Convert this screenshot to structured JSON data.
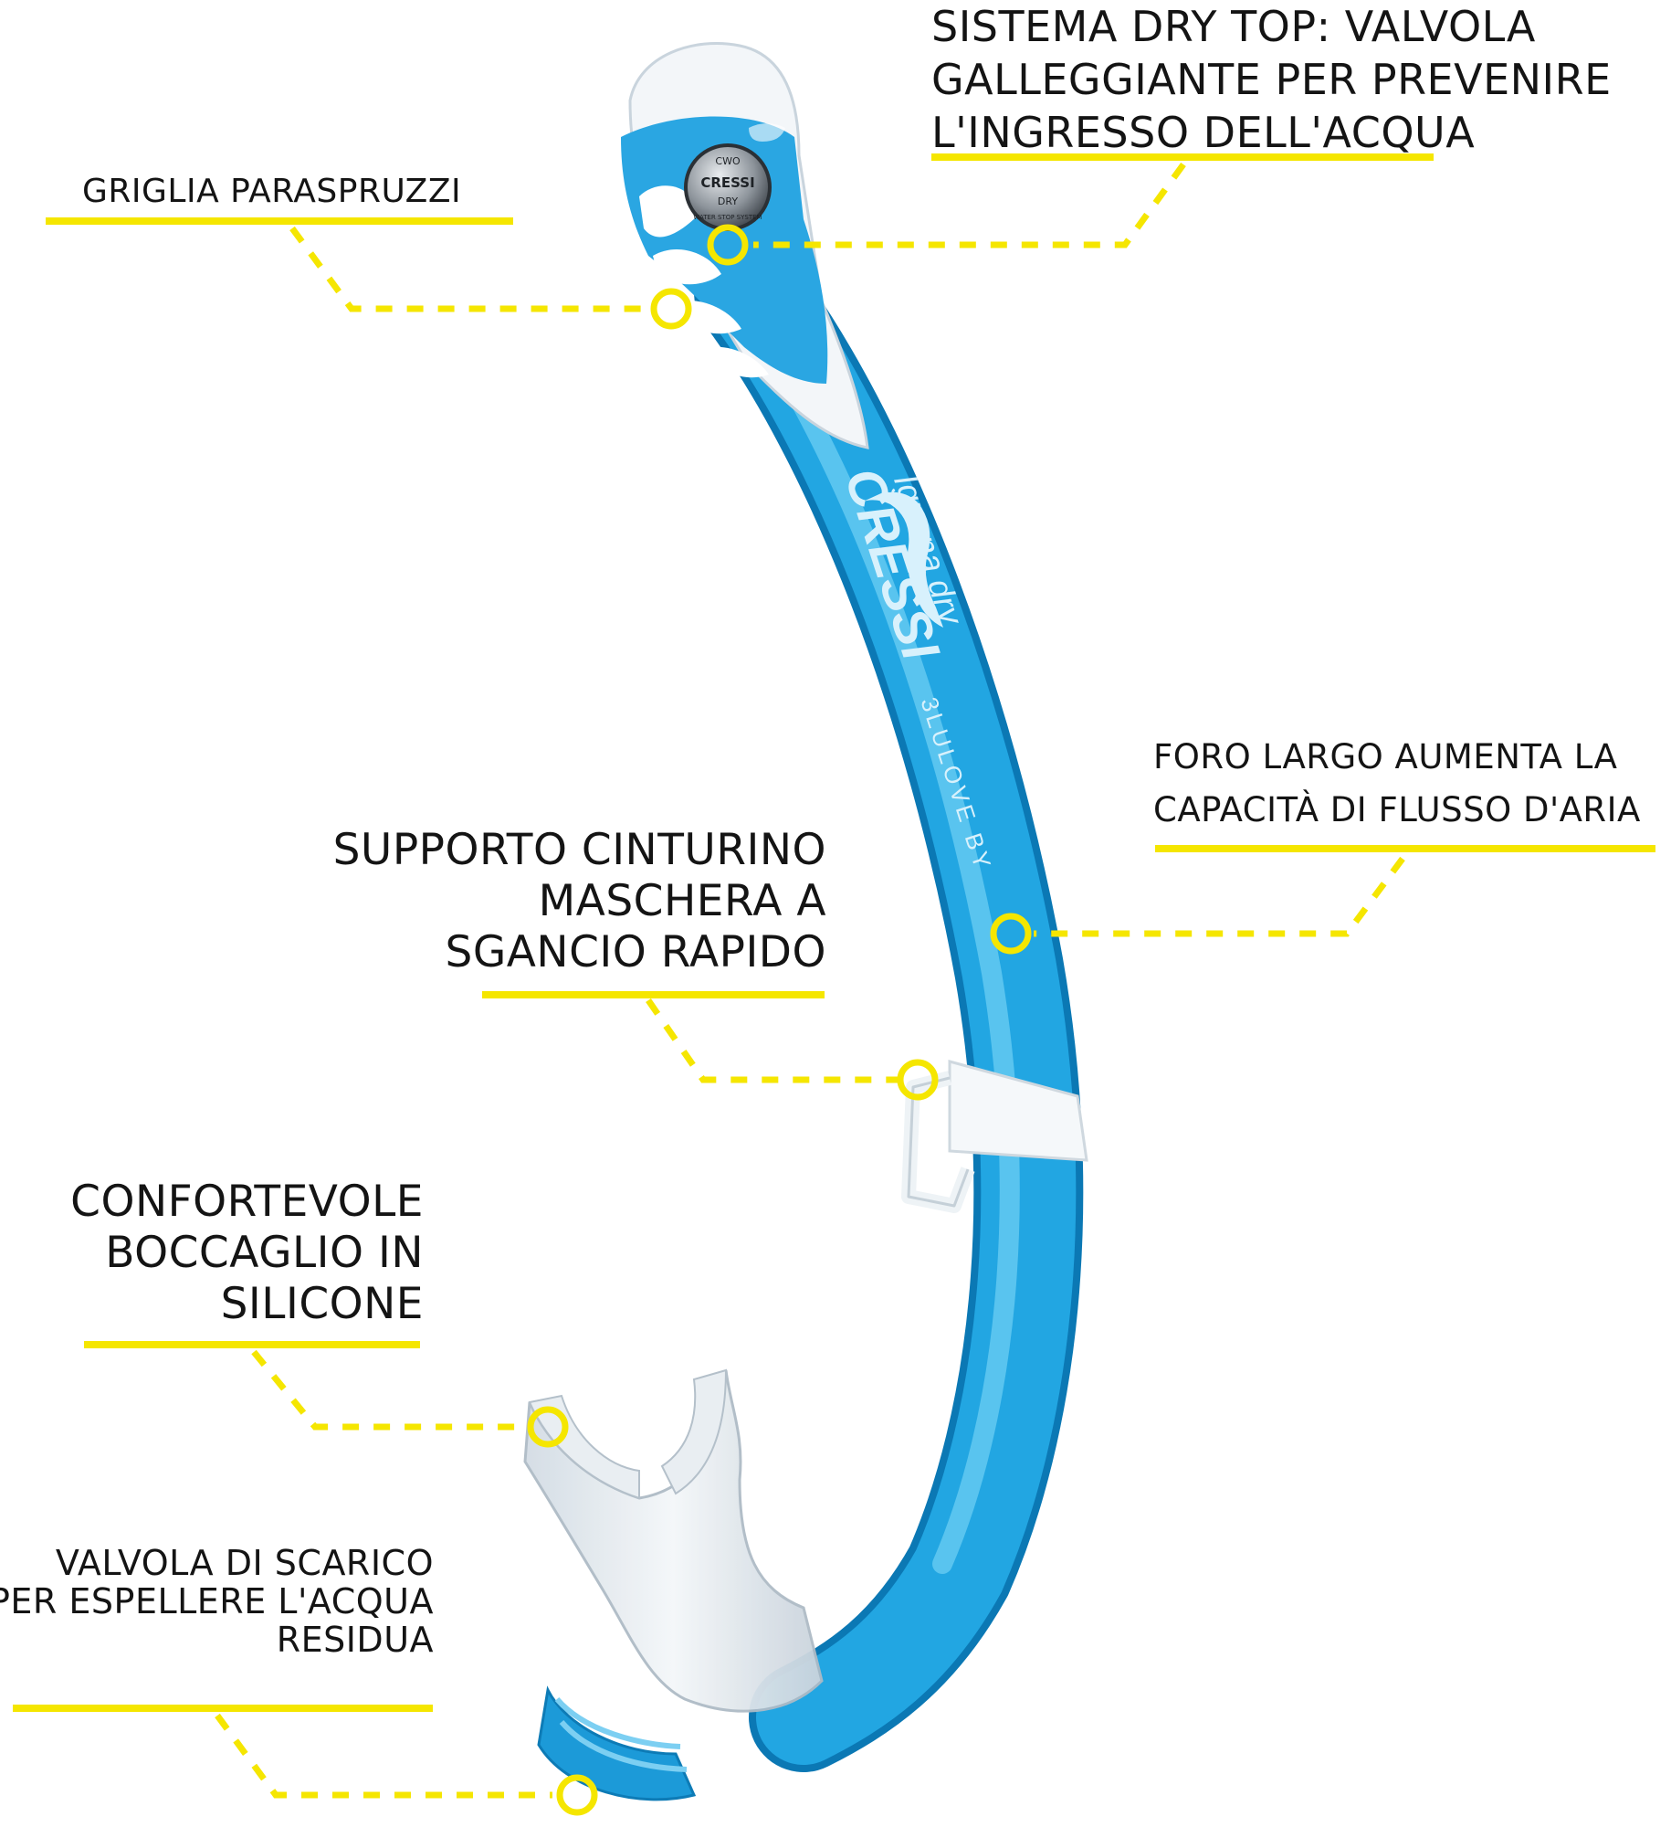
{
  "colors": {
    "accent": "#f5e600",
    "tube": "#1aa0dd",
    "tube_highlight": "#8fd6f5",
    "top_white": "#f4f7fa",
    "clear_part": "#dfe7ee",
    "text": "#141414"
  },
  "labels": {
    "dry_top": {
      "lines": [
        "SISTEMA DRY TOP: VALVOLA",
        "GALLEGGIANTE PER PREVENIRE",
        "L'INGRESSO DELL'ACQUA"
      ]
    },
    "splash_grid": {
      "lines": [
        "GRIGLIA PARASPRUZZI"
      ]
    },
    "wide_bore": {
      "lines": [
        "FORO LARGO AUMENTA LA",
        "CAPACITÀ DI FLUSSO D'ARIA"
      ]
    },
    "strap_holder": {
      "lines": [
        "SUPPORTO CINTURINO",
        "MASCHERA A",
        "SGANCIO RAPIDO"
      ]
    },
    "mouthpiece": {
      "lines": [
        "CONFORTEVOLE",
        "BOCCAGLIO IN",
        "SILICONE"
      ]
    },
    "purge_valve": {
      "lines": [
        "VALVOLA DI SCARICO",
        "PER ESPELLERE L'ACQUA",
        "RESIDUA"
      ]
    }
  },
  "product_print": {
    "brand": "CRESSI",
    "line": "3LULOVE BY",
    "model": "Iguana dry",
    "badge_top": "CWO",
    "badge_mid": "CRESSI",
    "badge_dry": "DRY",
    "badge_bottom": "WATER STOP SYSTEM"
  }
}
